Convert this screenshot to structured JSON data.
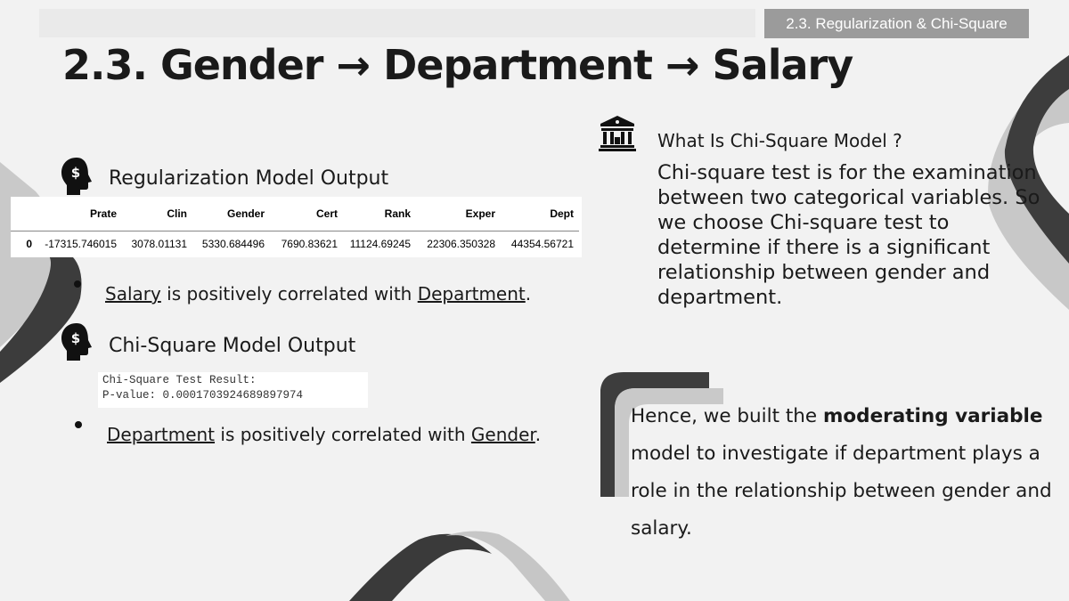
{
  "header": {
    "section_tag": "2.3. Regularization & Chi-Square",
    "title": "2.3. Gender → Department → Salary"
  },
  "left": {
    "regularization": {
      "heading": "Regularization Model Output",
      "table": {
        "columns": [
          "Prate",
          "Clin",
          "Gender",
          "Cert",
          "Rank",
          "Exper",
          "Dept"
        ],
        "rows": [
          {
            "index": "0",
            "values": [
              "-17315.746015",
              "3078.01131",
              "5330.684496",
              "7690.83621",
              "11124.69245",
              "22306.350328",
              "44354.56721"
            ]
          }
        ]
      },
      "finding": {
        "term1": "Salary",
        "middle": " is positively correlated with ",
        "term2": "Department",
        "end": "."
      }
    },
    "chi_square": {
      "heading": "Chi-Square Model Output",
      "output_line1": "Chi-Square Test Result:",
      "output_line2": "P-value: 0.0001703924689897974",
      "finding": {
        "term1": "Department",
        "middle": " is positively correlated with ",
        "term2": "Gender",
        "end": "."
      }
    }
  },
  "right": {
    "question": "What Is Chi-Square Model ?",
    "explanation": "Chi-square test is for the examination between two categorical variables. So we choose Chi-square test to determine if there is a significant relationship between gender and department.",
    "conclusion": {
      "part1": "Hence, we built the ",
      "bold": "moderating variable",
      "part2": " model to investigate if department plays a role in the relationship between gender and salary."
    }
  },
  "icons": {
    "head": "head-dollar-icon",
    "bank": "bank-building-icon"
  }
}
